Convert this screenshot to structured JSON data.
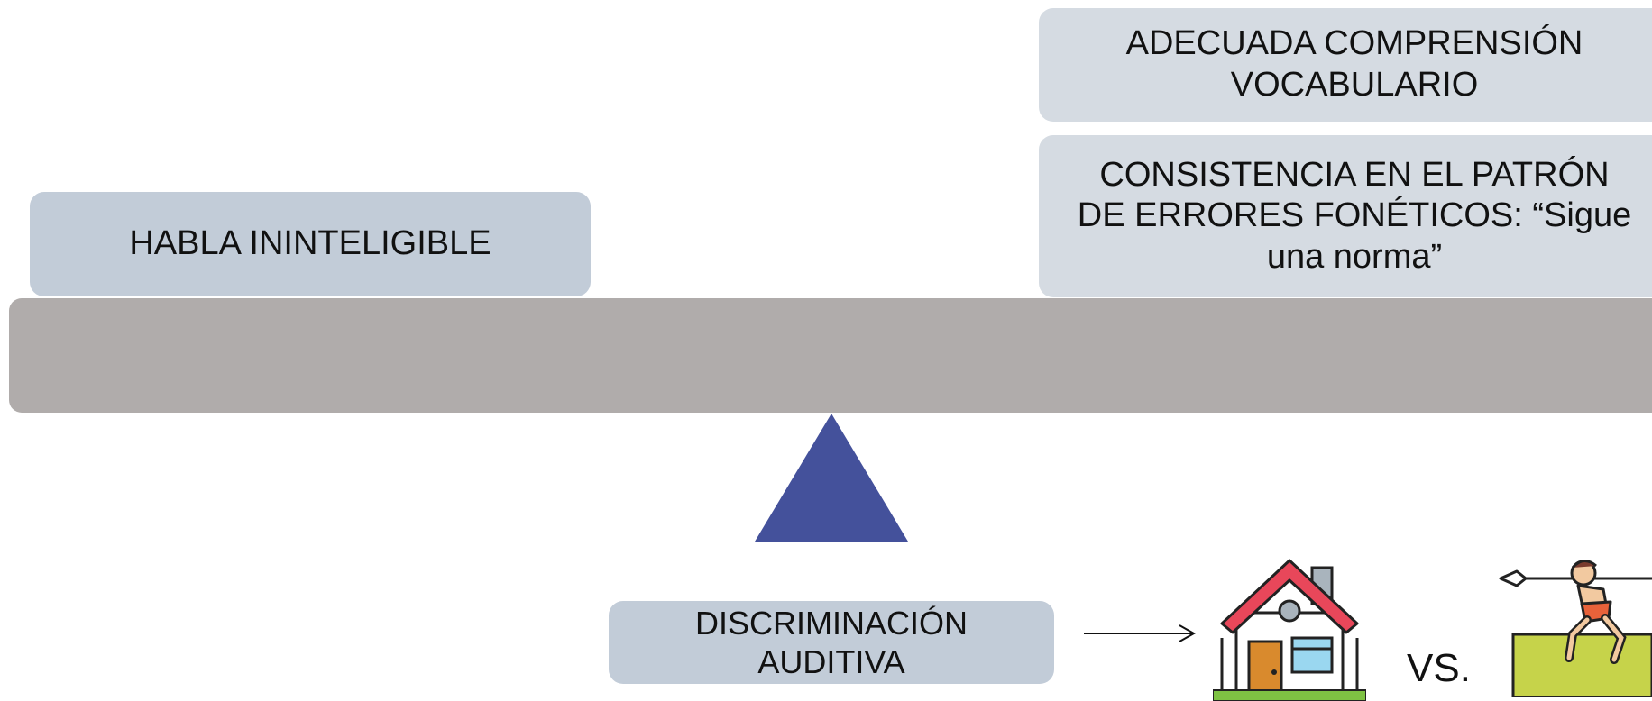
{
  "left_box": {
    "text": "HABLA ININTELIGIBLE"
  },
  "right_top_box": {
    "line1": "ADECUADA COMPRENSIÓN",
    "line2": "VOCABULARIO"
  },
  "right_bottom_box": {
    "line1": "CONSISTENCIA EN EL PATRÓN",
    "line2": "DE ERRORES FONÉTICOS: “Sigue",
    "line3": "una norma”"
  },
  "bottom_box": {
    "line1": "DISCRIMINACIÓN",
    "line2": "AUDITIVA"
  },
  "comparison": {
    "vs_label": "VS.",
    "left_icon": "house-icon",
    "right_icon": "caveman-spear-icon"
  },
  "colors": {
    "beam": "#b0acab",
    "fulcrum": "#44519b",
    "box_dark": "#c2ccd8",
    "box_light": "#d5dbe2"
  }
}
